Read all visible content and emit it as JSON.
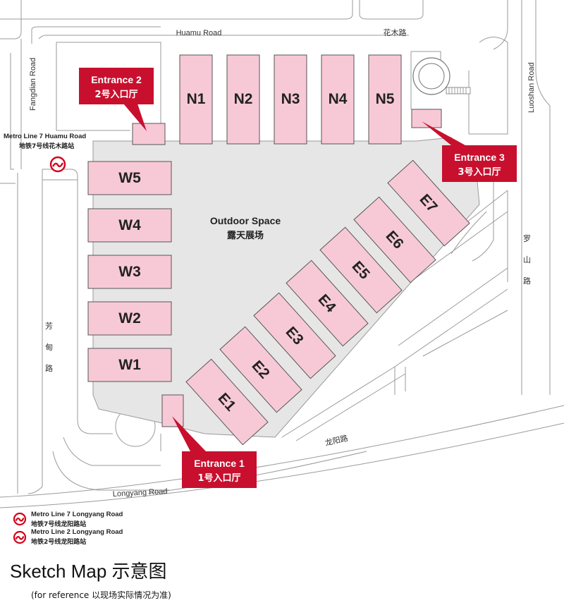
{
  "roads": {
    "huamu_road": "Huamu Road",
    "huamu_road_cn": "花木路",
    "fangdian_road": "Fangdian Road",
    "fangdian_road_cn": [
      "芳",
      "甸",
      "路"
    ],
    "luoshan_road": "Luoshan Road",
    "luoshan_road_cn": [
      "罗",
      "山",
      "路"
    ],
    "longyang_road": "Longyang Road",
    "longyang_road_cn": "龙阳路"
  },
  "halls": {
    "north": [
      "N1",
      "N2",
      "N3",
      "N4",
      "N5"
    ],
    "west": [
      "W5",
      "W4",
      "W3",
      "W2",
      "W1"
    ],
    "east": [
      "E7",
      "E6",
      "E5",
      "E4",
      "E3",
      "E2",
      "E1"
    ]
  },
  "outdoor": {
    "en": "Outdoor Space",
    "cn": "露天展场"
  },
  "entrances": [
    {
      "en": "Entrance 2",
      "cn": "2号入口厅"
    },
    {
      "en": "Entrance 3",
      "cn": "3号入口厅"
    },
    {
      "en": "Entrance 1",
      "cn": "1号入口厅"
    }
  ],
  "metro": {
    "huamu": {
      "en": "Metro Line 7 Huamu Road",
      "cn": "地铁7号线花木路站"
    },
    "longyang7": {
      "en": "Metro Line 7 Longyang Road",
      "cn": "地铁7号线龙阳路站"
    },
    "longyang2": {
      "en": "Metro Line 2 Longyang Road",
      "cn": "地铁2号线龙阳路站"
    }
  },
  "title": "Sketch Map 示意图",
  "subtitle": "(for reference 以现场实际情况为准)",
  "colors": {
    "hall_fill": "#f7c9d6",
    "hall_stroke": "#555555",
    "outdoor_fill": "#e6e6e6",
    "callout_fill": "#c8102e",
    "road_line": "#9a9a9a",
    "metro_red": "#d4001a"
  }
}
